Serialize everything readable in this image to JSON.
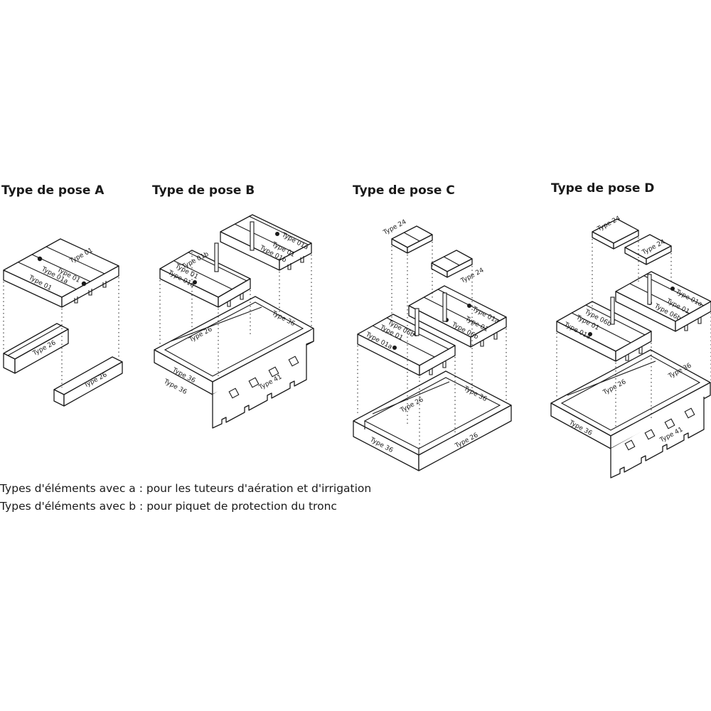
{
  "titles": {
    "pose_a": "Type de pose A",
    "pose_b": "Type de pose B",
    "pose_c": "Type de pose C",
    "pose_d": "Type de pose D"
  },
  "labels": {
    "type_01": "Type 01",
    "type_01a": "Type 01a",
    "type_01b": "Type 01b",
    "type_06b": "Type 06b",
    "type_24": "Type 24",
    "type_26": "Type 26",
    "type_36": "Type 36",
    "type_41": "Type 41"
  },
  "captions": {
    "line_a": "Types d'éléments avec a : pour les tuteurs d'aération et d'irrigation",
    "line_b": "Types d'éléments avec b : pour piquet de protection du tronc"
  }
}
